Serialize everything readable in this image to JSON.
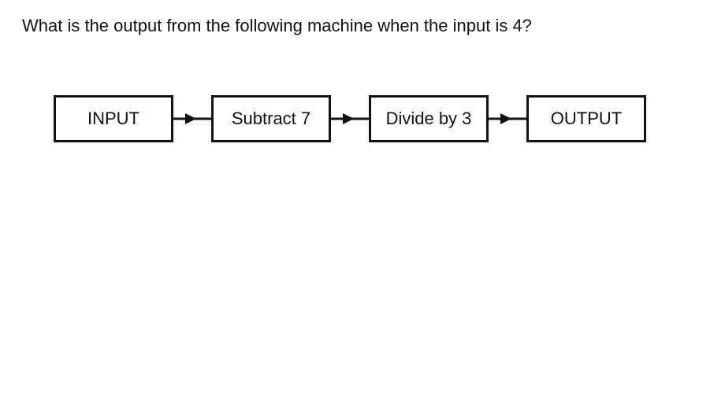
{
  "question": {
    "text": "What is the output from the following machine when the input is 4?"
  },
  "machine": {
    "boxes": [
      {
        "label": "INPUT"
      },
      {
        "label": "Subtract 7"
      },
      {
        "label": "Divide by 3"
      },
      {
        "label": "OUTPUT"
      }
    ],
    "input_value_in_question": "4",
    "ink_color": "#111111",
    "background_color": "#ffffff"
  }
}
